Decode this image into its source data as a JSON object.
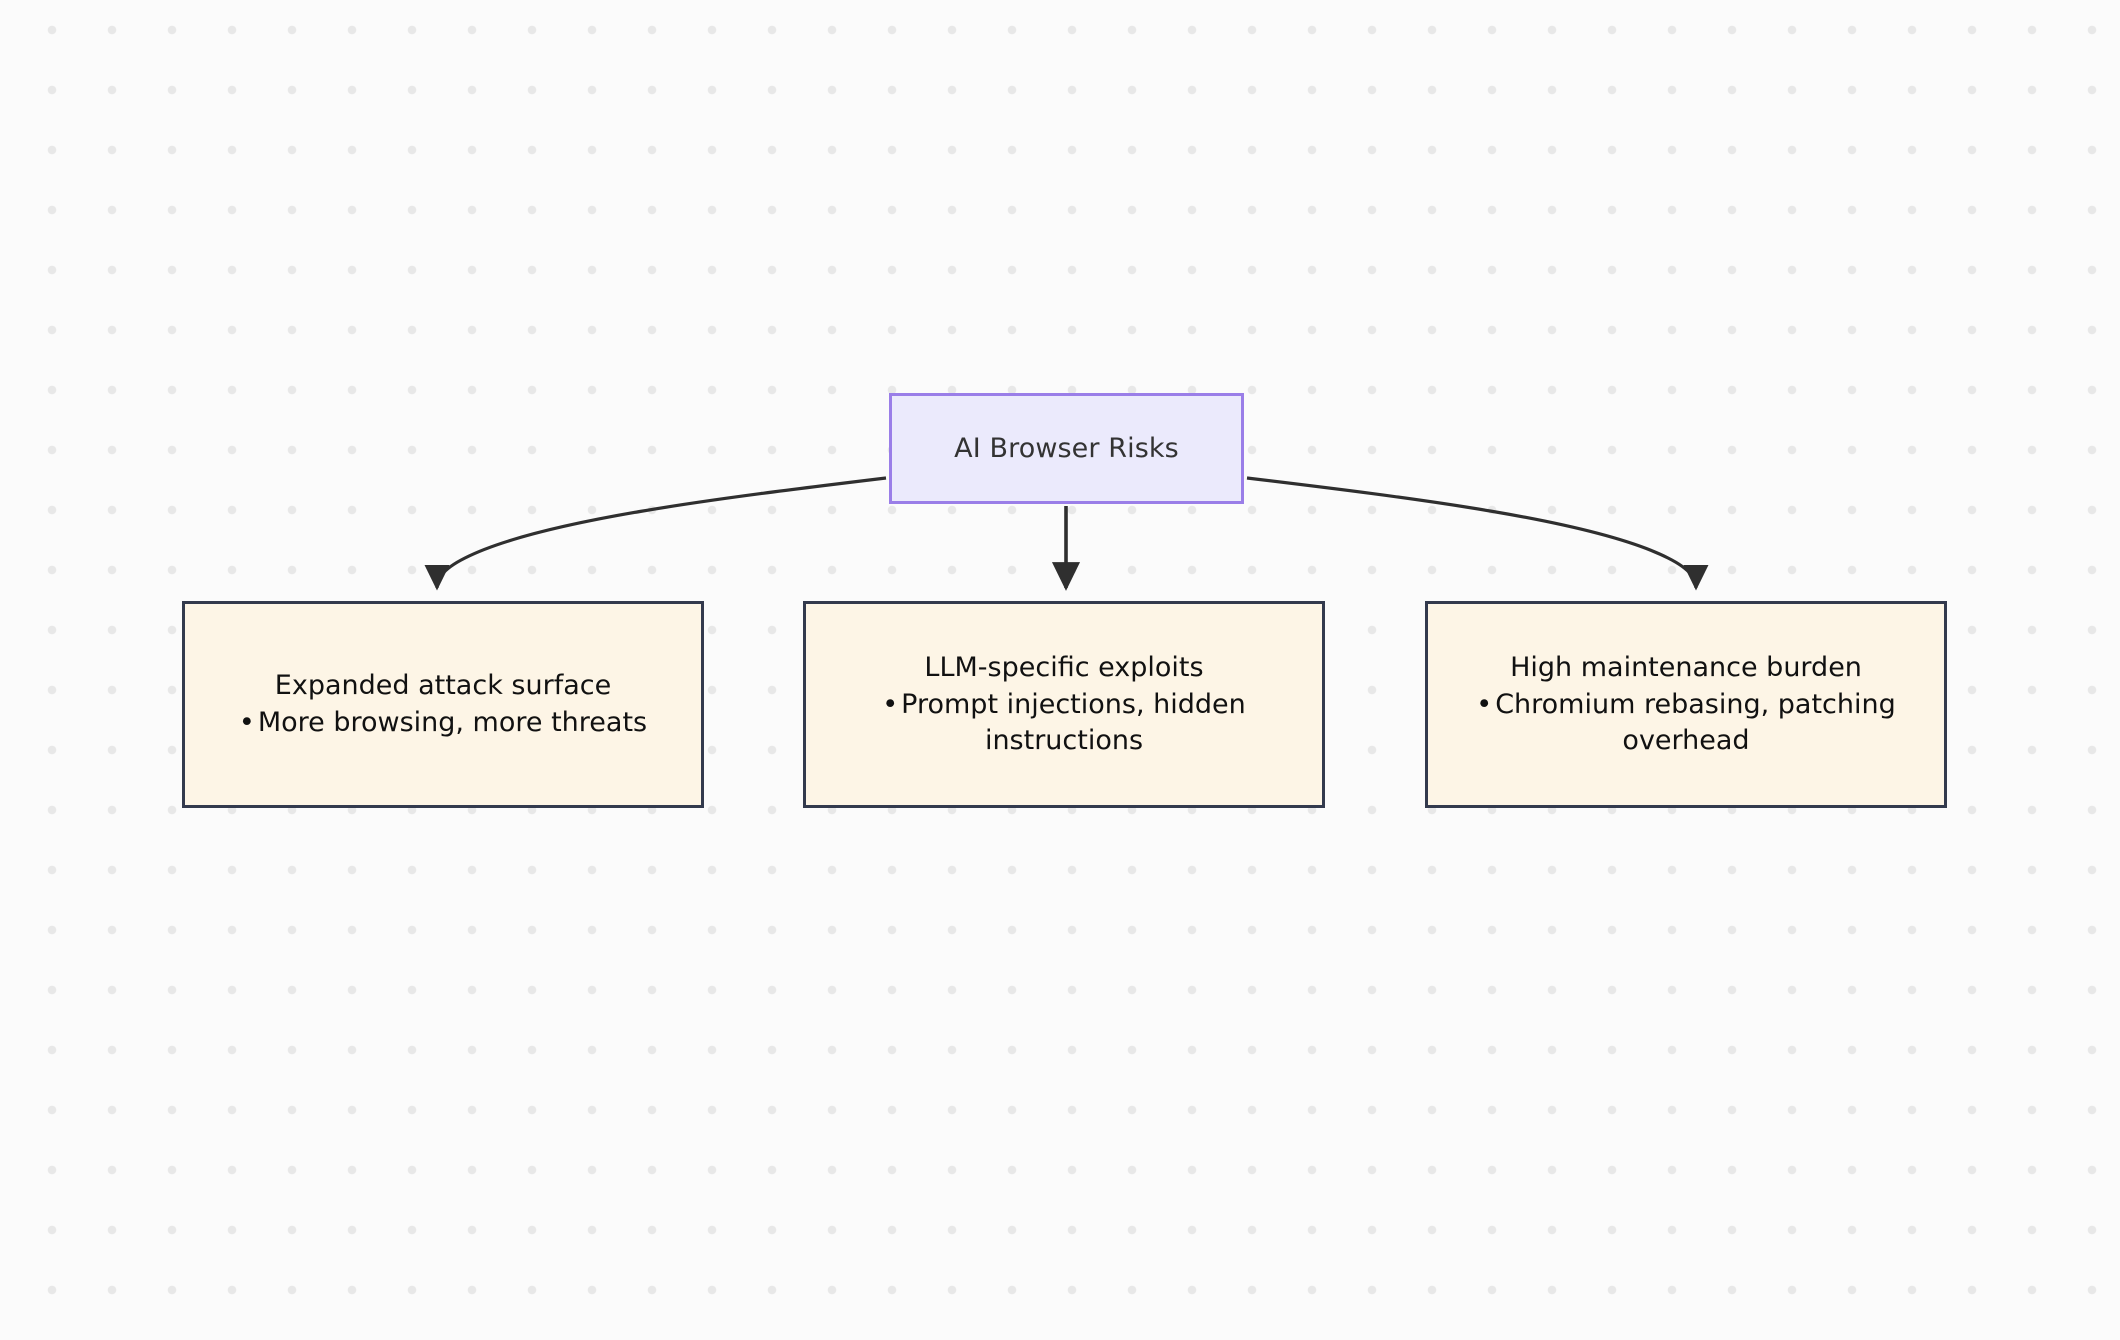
{
  "diagram": {
    "type": "flowchart",
    "direction": "top-down",
    "background": {
      "color": "#fbfbfb",
      "dot_color": "#e8e8e8",
      "dot_spacing": 60
    },
    "root": {
      "id": "ai-browser-risks",
      "label": "AI Browser Risks",
      "fill": "#ebeafc",
      "stroke": "#9a7ee8",
      "text_color": "#333333"
    },
    "children": [
      {
        "id": "expanded-attack-surface",
        "title": "Expanded attack surface",
        "bullets": [
          "More browsing, more threats"
        ],
        "fill": "#fdf5e6",
        "stroke": "#333a4d",
        "text_color": "#111111"
      },
      {
        "id": "llm-specific-exploits",
        "title": "LLM-specific exploits",
        "bullets": [
          "Prompt injections, hidden instructions"
        ],
        "fill": "#fdf5e6",
        "stroke": "#333a4d",
        "text_color": "#111111"
      },
      {
        "id": "high-maintenance-burden",
        "title": "High maintenance burden",
        "bullets": [
          "Chromium rebasing, patching overhead"
        ],
        "fill": "#fdf5e6",
        "stroke": "#333a4d",
        "text_color": "#111111"
      }
    ],
    "edges": [
      {
        "id": "edge-root-to-expanded-attack-surface",
        "from": "ai-browser-risks",
        "to": "expanded-attack-surface",
        "style": "curved",
        "arrowhead": "solid-triangle",
        "color": "#333333"
      },
      {
        "id": "edge-root-to-llm-specific-exploits",
        "from": "ai-browser-risks",
        "to": "llm-specific-exploits",
        "style": "straight",
        "arrowhead": "solid-triangle",
        "color": "#333333"
      },
      {
        "id": "edge-root-to-high-maintenance-burden",
        "from": "ai-browser-risks",
        "to": "high-maintenance-burden",
        "style": "curved",
        "arrowhead": "solid-triangle",
        "color": "#333333"
      }
    ],
    "bullet_char": "•"
  }
}
